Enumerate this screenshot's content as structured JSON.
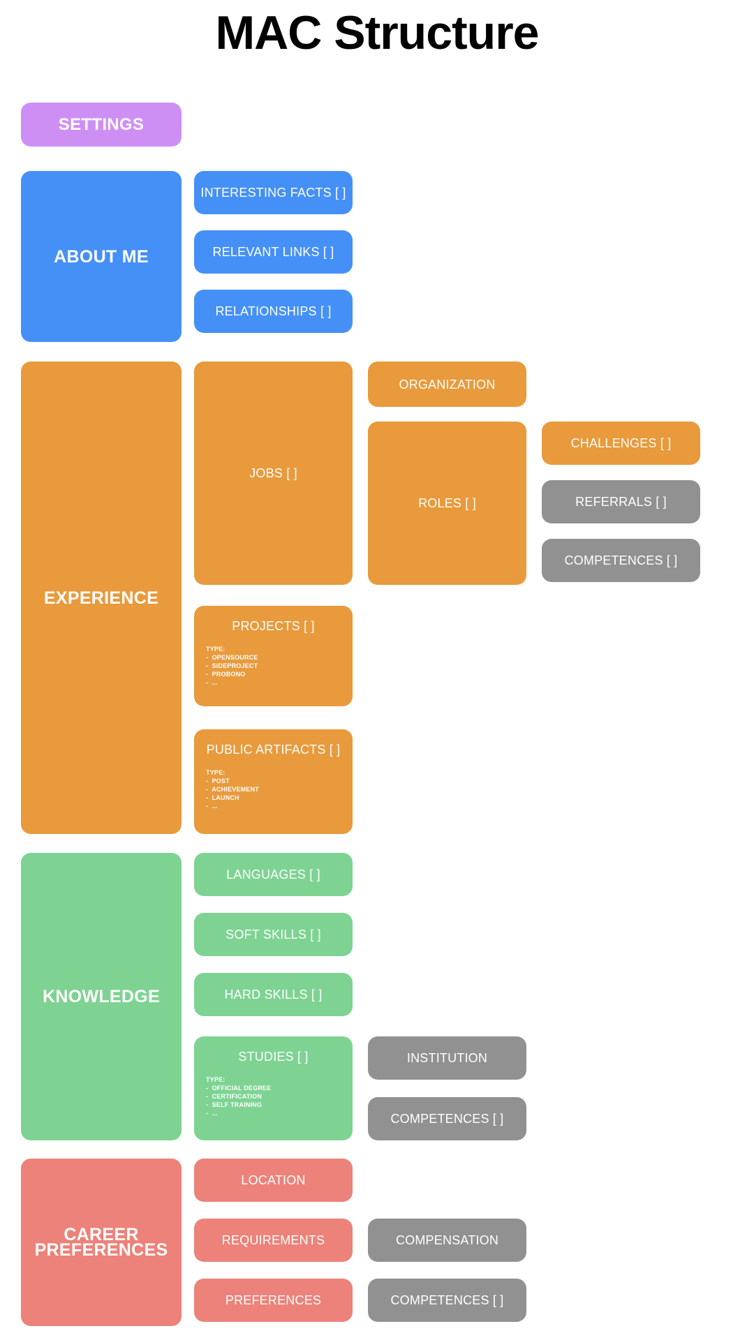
{
  "title": "MAC Structure",
  "colors": {
    "purple": "#ce8ff5",
    "blue": "#4590f7",
    "orange": "#e89a3c",
    "green": "#7ed392",
    "red": "#ec8279",
    "gray": "#919191",
    "title": "#000000",
    "background": "#ffffff"
  },
  "sections": {
    "settings": {
      "label": "SETTINGS"
    },
    "about_me": {
      "label": "ABOUT ME",
      "children": [
        {
          "label": "INTERESTING FACTS [ ]"
        },
        {
          "label": "RELEVANT LINKS [ ]"
        },
        {
          "label": "RELATIONSHIPS [ ]"
        }
      ]
    },
    "experience": {
      "label": "EXPERIENCE",
      "jobs": {
        "label": "JOBS [ ]"
      },
      "organization": {
        "label": "ORGANIZATION"
      },
      "roles": {
        "label": "ROLES [ ]"
      },
      "challenges": {
        "label": "CHALLENGES [ ]"
      },
      "referrals": {
        "label": "REFERRALS [ ]"
      },
      "competences": {
        "label": "COMPETENCES [ ]"
      },
      "projects": {
        "label": "PROJECTS [ ]",
        "type_label": "TYPE:",
        "types": [
          "-  OPENSOURCE",
          "-  SIDEPROJECT",
          "-  PROBONO",
          "-  ..."
        ]
      },
      "public_artifacts": {
        "label": "PUBLIC ARTIFACTS [ ]",
        "type_label": "TYPE:",
        "types": [
          "-  POST",
          "-  ACHIEVEMENT",
          "-  LAUNCH",
          "-  ..."
        ]
      }
    },
    "knowledge": {
      "label": "KNOWLEDGE",
      "languages": {
        "label": "LANGUAGES [ ]"
      },
      "soft_skills": {
        "label": "SOFT SKILLS [ ]"
      },
      "hard_skills": {
        "label": "HARD SKILLS [ ]"
      },
      "studies": {
        "label": "STUDIES [ ]",
        "type_label": "TYPE:",
        "types": [
          "-  OFFICIAL DEGREE",
          "-  CERTIFICATION",
          "-  SELF TRAINING",
          "-  ..."
        ]
      },
      "institution": {
        "label": "INSTITUTION"
      },
      "competences": {
        "label": "COMPETENCES [ ]"
      }
    },
    "career_preferences": {
      "label": "CAREER\nPREFERENCES",
      "location": {
        "label": "LOCATION"
      },
      "requirements": {
        "label": "REQUIREMENTS"
      },
      "preferences": {
        "label": "PREFERENCES"
      },
      "compensation": {
        "label": "COMPENSATION"
      },
      "competences": {
        "label": "COMPETENCES [ ]"
      }
    }
  }
}
